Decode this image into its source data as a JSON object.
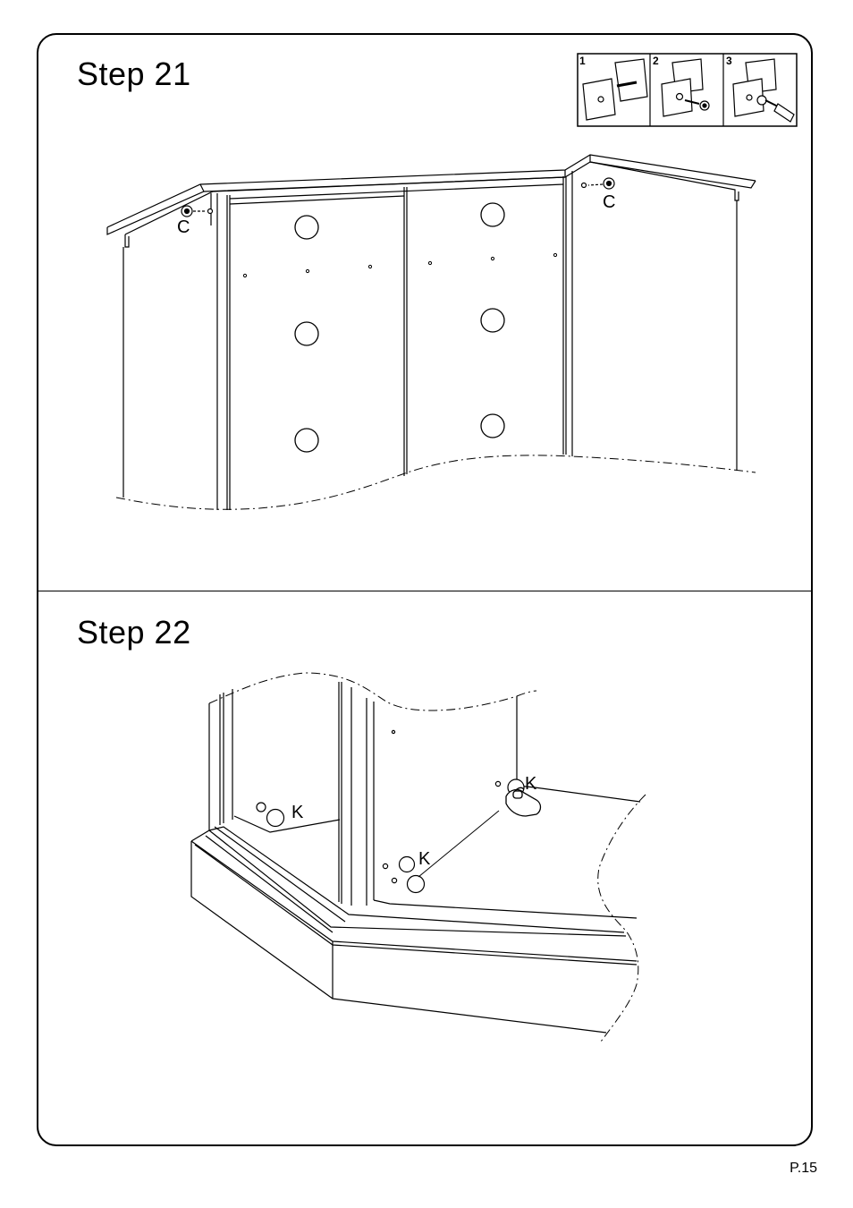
{
  "steps": [
    {
      "title": "Step  21",
      "inset_panels": [
        "1",
        "2",
        "3"
      ],
      "callouts": [
        "C",
        "C"
      ]
    },
    {
      "title": "Step  22",
      "callouts": [
        "K",
        "K"
      ]
    }
  ],
  "page": {
    "number": "P.15"
  },
  "icons": [
    "cam-lock-icon",
    "screwdriver-icon",
    "hand-icon"
  ]
}
